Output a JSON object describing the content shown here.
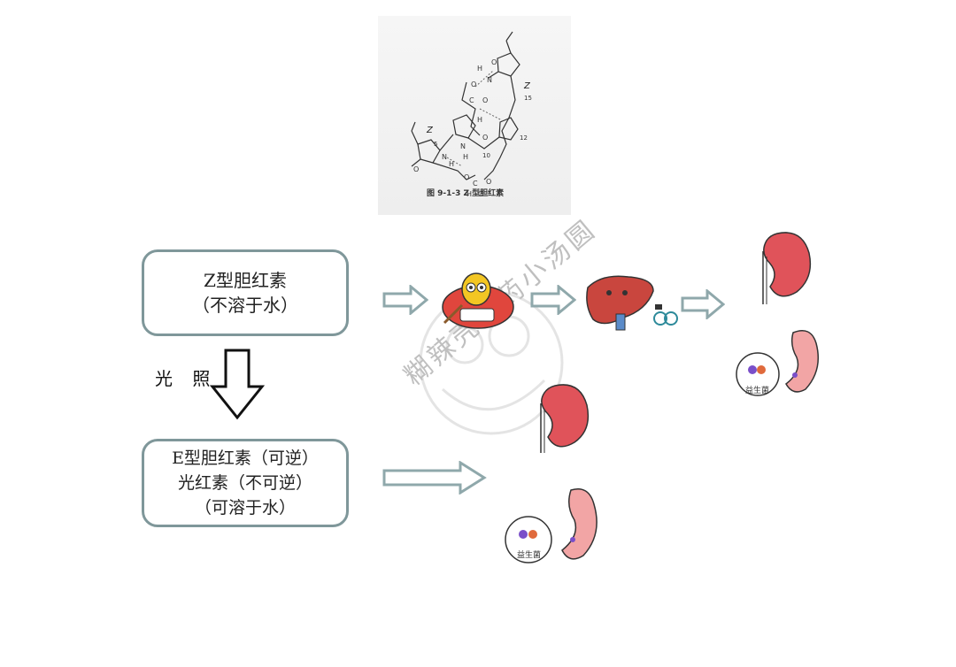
{
  "figure": {
    "caption": "图 9-1-3  Z 型胆红素",
    "labels": {
      "z_top": "Z",
      "n15": "15",
      "z_left": "Z",
      "n5": "5",
      "n10": "10",
      "n12": "12"
    }
  },
  "boxes": {
    "z_bilirubin": {
      "line1": "Z型胆红素",
      "line2": "（不溶于水）"
    },
    "e_bilirubin": {
      "line1": "E型胆红素（可逆）",
      "line2": "光红素（不可逆）",
      "line3": "（可溶于水）"
    }
  },
  "light_label": "光  照",
  "probiotic_label": "益生菌",
  "watermark_text": "糊辣壳山药小汤圆",
  "colors": {
    "box_border": "#7f979a",
    "arrow_border": "#8fa8ab",
    "organ_red": "#d9534f",
    "intestine_pink": "#f2a5a5"
  }
}
